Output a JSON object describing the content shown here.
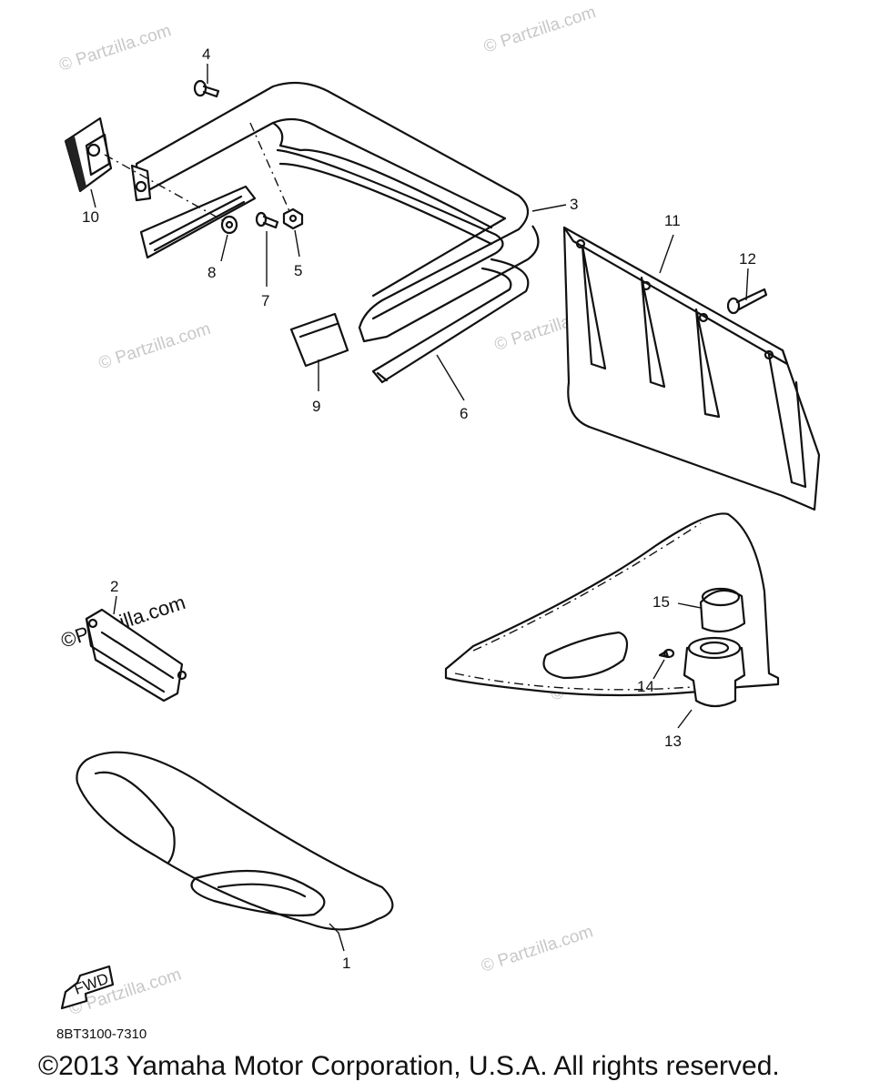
{
  "watermark": "© Partzilla.com",
  "watermark_center": "©Partzilla.com",
  "diagram_code": "8BT3100-7310",
  "copyright": "©2013 Yamaha Motor Corporation, U.S.A. All rights reserved.",
  "fwd_label": "FWD",
  "callouts": {
    "c1": "1",
    "c2": "2",
    "c3": "3",
    "c4": "4",
    "c5": "5",
    "c6": "6",
    "c7": "7",
    "c8": "8",
    "c9": "9",
    "c10": "10",
    "c11": "11",
    "c12": "12",
    "c13": "13",
    "c14": "14",
    "c15": "15"
  }
}
